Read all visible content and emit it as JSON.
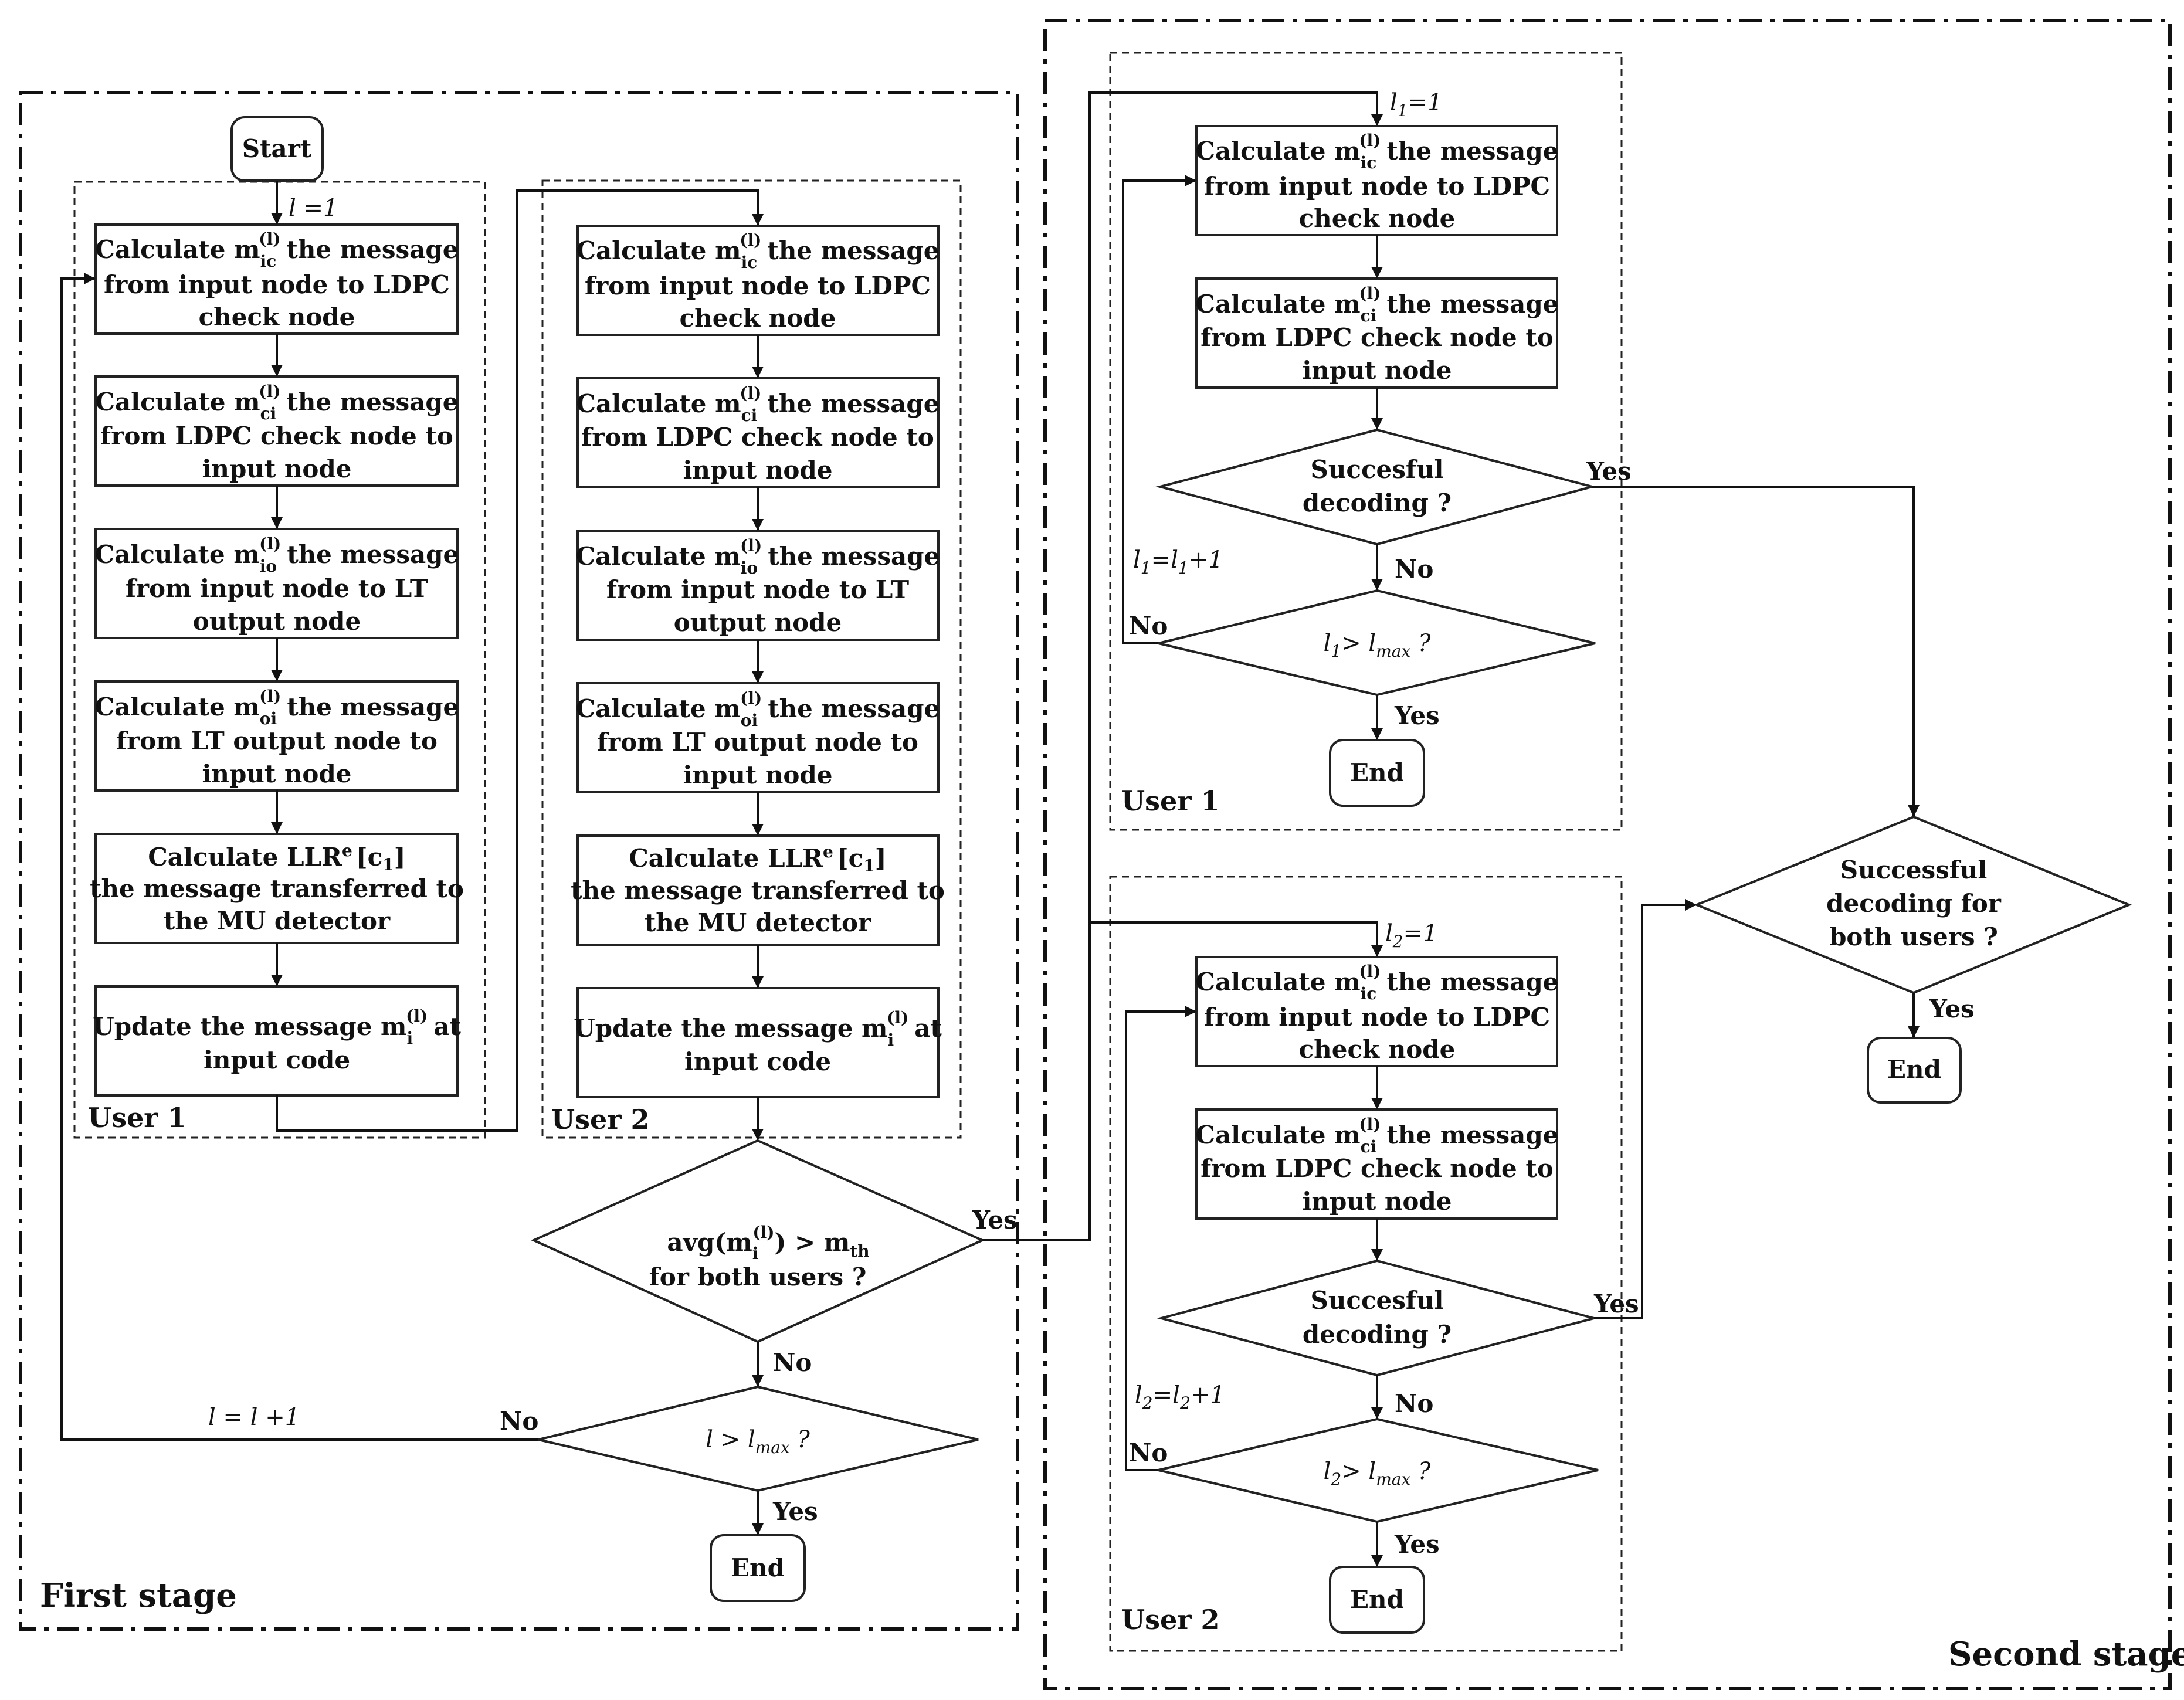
{
  "labels": {
    "first_stage": "First stage",
    "second_stage": "Second stage",
    "user1": "User 1",
    "user2": "User 2"
  },
  "nodes": {
    "start": "Start",
    "end": "End",
    "b1": {
      "l1": "Calculate m",
      "sub": "ic",
      "l1b": "the message",
      "l2": "from  input node to LDPC",
      "l3": "check node"
    },
    "b2": {
      "l1": "Calculate m",
      "sub": "ci",
      "l1b": "the message",
      "l2": "from LDPC check node to",
      "l3": "input node"
    },
    "b3": {
      "l1": "Calculate m",
      "sub": "io",
      "l1b": "the message",
      "l2": "from input node to LT",
      "l3": "output node"
    },
    "b4": {
      "l1": "Calculate m",
      "sub": "oi",
      "l1b": "the message",
      "l2": "from LT output node to",
      "l3": "input node"
    },
    "b5": {
      "l1": "Calculate LLR",
      "sup": "e",
      "l1b": "[c",
      "l1c": "]",
      "l2": "the message transferred to",
      "l3": "the MU detector"
    },
    "b6": {
      "l1": "Update the message m",
      "l1b": "at",
      "l2": "input code"
    },
    "sup_l": "(l)",
    "avg": {
      "l1a": "avg(m",
      "l1b": ") > m",
      "sub": "th",
      "l2": "for both users ?"
    },
    "lmax_q": {
      "a": "l > l",
      "sub": "max",
      "b": " ?"
    },
    "succ": {
      "l1": "Succesful",
      "l2": "decoding ?"
    },
    "l1max": {
      "a": "l",
      "s1": "1",
      "b": "> l",
      "sub": "max",
      "c": " ?"
    },
    "l2max": {
      "a": "l",
      "s1": "2",
      "b": "> l",
      "sub": "max",
      "c": " ?"
    },
    "both": {
      "l1": "Successful",
      "l2": "decoding for",
      "l3": "both users ?"
    }
  },
  "edges": {
    "yes": "Yes",
    "no": "No",
    "l_init": "l =1",
    "l_inc": "l = l +1",
    "l1_init": {
      "a": "l",
      "s": "1",
      "b": "=1"
    },
    "l1_inc": {
      "a": "l",
      "s": "1",
      "b": "=l",
      "s2": "1",
      "c": "+1"
    },
    "l2_init": {
      "a": "l",
      "s": "2",
      "b": "=1"
    },
    "l2_inc": {
      "a": "l",
      "s": "2",
      "b": "=l",
      "s2": "2",
      "c": "+1"
    }
  }
}
